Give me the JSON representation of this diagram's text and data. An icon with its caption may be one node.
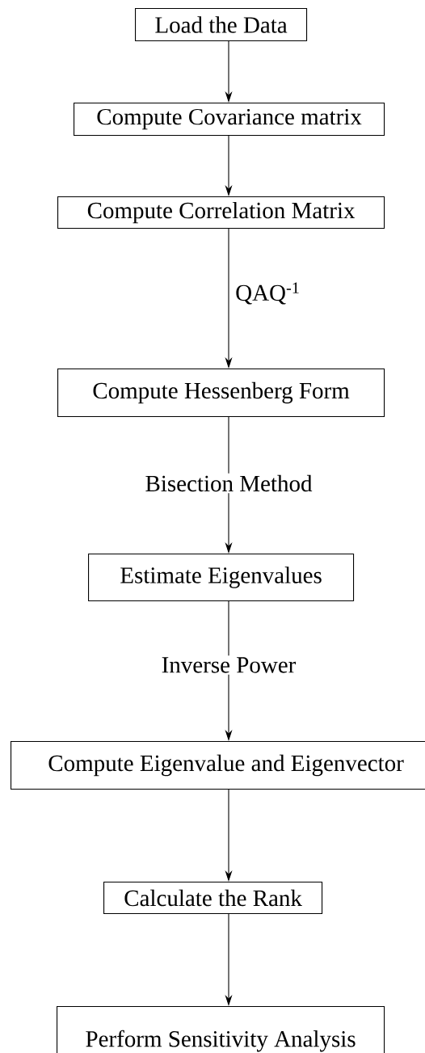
{
  "diagram": {
    "nodes": [
      {
        "text": [
          "Load the Data"
        ]
      },
      {
        "text": [
          "Compute Covariance matrix"
        ]
      },
      {
        "text": [
          "Compute Correlation Matrix"
        ]
      },
      {
        "text": [
          "Compute Hessenberg Form"
        ]
      },
      {
        "text": [
          "Estimate Eigenvalues"
        ]
      },
      {
        "text": [
          "Compute Eigenvalue and Eigenvector"
        ]
      },
      {
        "text": [
          "Calculate the Rank"
        ]
      },
      {
        "text": [
          "Perform Sensitivity Analysis"
        ]
      }
    ],
    "edges": [
      {
        "from": 0,
        "to": 1,
        "arrow": "to"
      },
      {
        "from": 1,
        "to": 2,
        "arrow": "to"
      },
      {
        "from": 2,
        "to": 3,
        "arrow": "to",
        "label": "QAQ$^{-1}$"
      },
      {
        "from": 3,
        "to": 4,
        "arrow": "to",
        "label": "Bisection Method"
      },
      {
        "from": 4,
        "to": 5,
        "arrow": "to",
        "label": "Inverse Power"
      },
      {
        "from": 5,
        "to": 6,
        "arrow": "to"
      },
      {
        "from": 6,
        "to": 7,
        "arrow": "to"
      }
    ]
  }
}
